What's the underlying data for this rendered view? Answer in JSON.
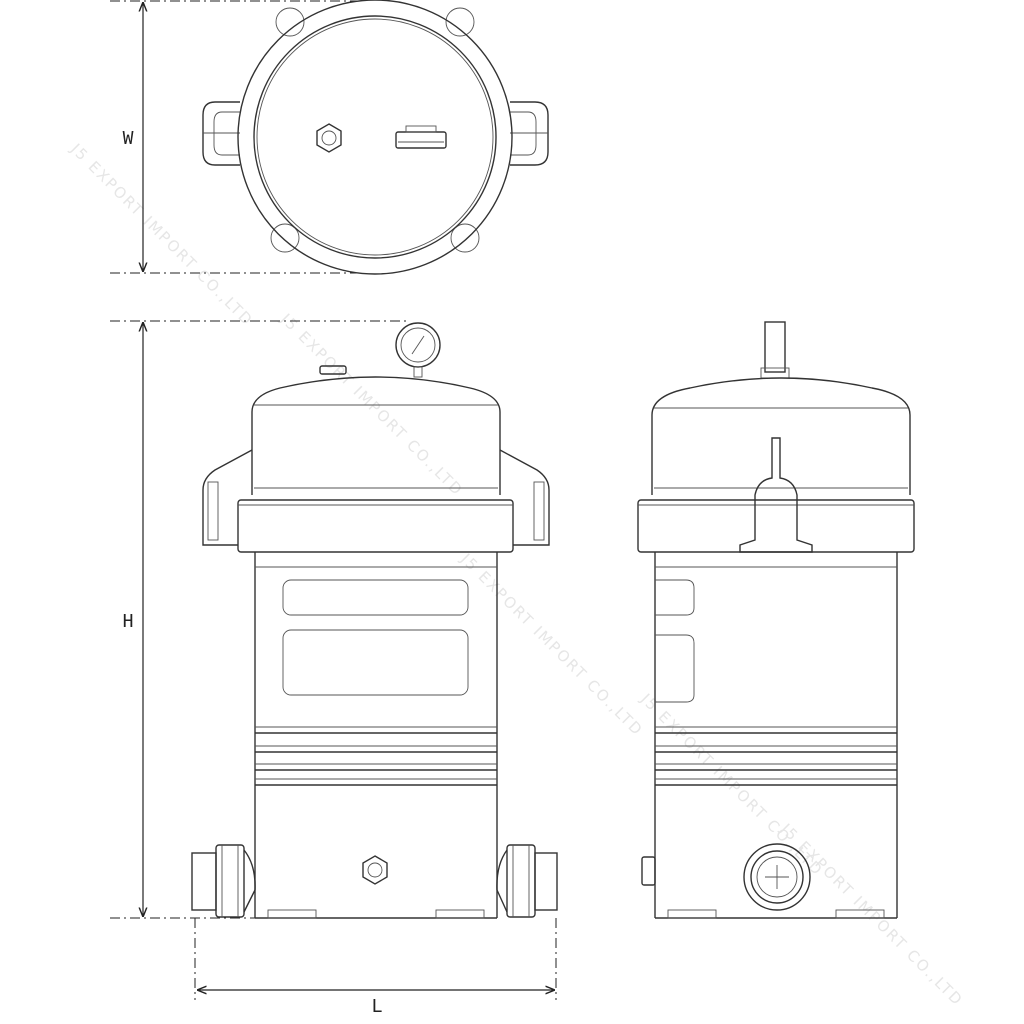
{
  "dimensions": {
    "width_label": "W",
    "height_label": "H",
    "length_label": "L"
  },
  "watermark": {
    "text": "J5 EXPORT IMPORT CO.,LTD"
  },
  "views": [
    "top-view",
    "front-view",
    "side-view"
  ],
  "colors": {
    "line": "#333333",
    "watermark": "#e6e6e6",
    "background": "#ffffff"
  }
}
